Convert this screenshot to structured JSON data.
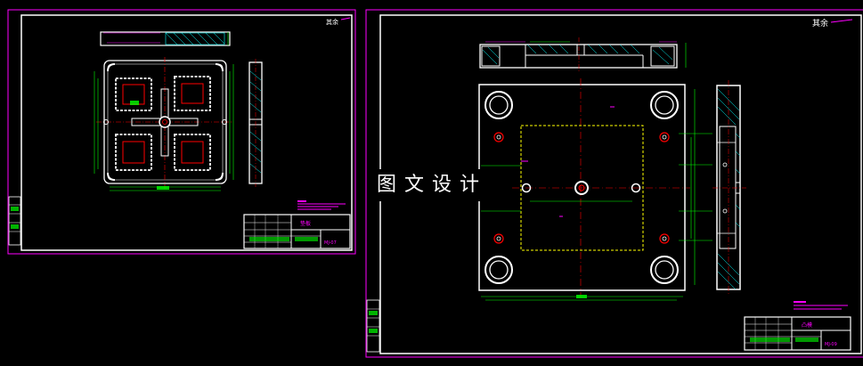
{
  "sheet_left": {
    "corner_label": "其余",
    "title_block": {
      "name": "垫板",
      "drawing_no": "MJ-07"
    }
  },
  "sheet_right": {
    "corner_label": "其余",
    "title_block": {
      "name": "凸模",
      "drawing_no": "MJ-09"
    }
  },
  "watermark": {
    "text": "图文设计"
  },
  "colors": {
    "frame": "#ffffff",
    "magenta": "#ff00ff",
    "green": "#00ff00",
    "red": "#ff0000",
    "yellow": "#ffff00",
    "cyan": "#00ffff"
  }
}
